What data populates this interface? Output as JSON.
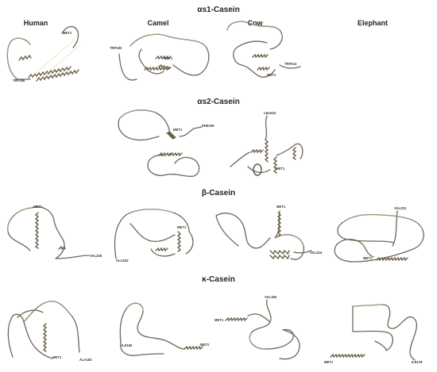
{
  "sections": {
    "s1": "αs1-Casein",
    "s2": "αs2-Casein",
    "beta": "β-Casein",
    "kappa": "κ-Casein"
  },
  "columns": {
    "human": "Human",
    "camel": "Camel",
    "cow": "Cow",
    "elephant": "Elephant"
  },
  "labels": {
    "s1_human_met": "MET1",
    "s1_human_end": "TRP185",
    "s1_camel_end": "TRP192",
    "s1_camel_met": "MET1",
    "s1_cow_end": "TRP214",
    "s1_cow_met": "MET1",
    "s2_camel_met": "MET1",
    "s2_camel_end": "PHE195",
    "s2_cow_end": "LEU222",
    "s2_cow_met": "MET1",
    "b_human_met": "MET1",
    "b_human_end": "VAL226",
    "b_camel_end": "ALA232",
    "b_camel_met": "MET1",
    "b_cow_met": "MET1",
    "b_cow_end": "VAL224",
    "b_eleph_end": "VAL223",
    "b_eleph_met": "MET1",
    "k_human_met": "MET1",
    "k_human_end": "ALA182",
    "k_camel_end": "ILE182",
    "k_camel_met": "MET1",
    "k_cow_met": "MET1",
    "k_cow_end": "VAL190",
    "k_eleph_met": "MET1",
    "k_eleph_end": "ILE179"
  }
}
